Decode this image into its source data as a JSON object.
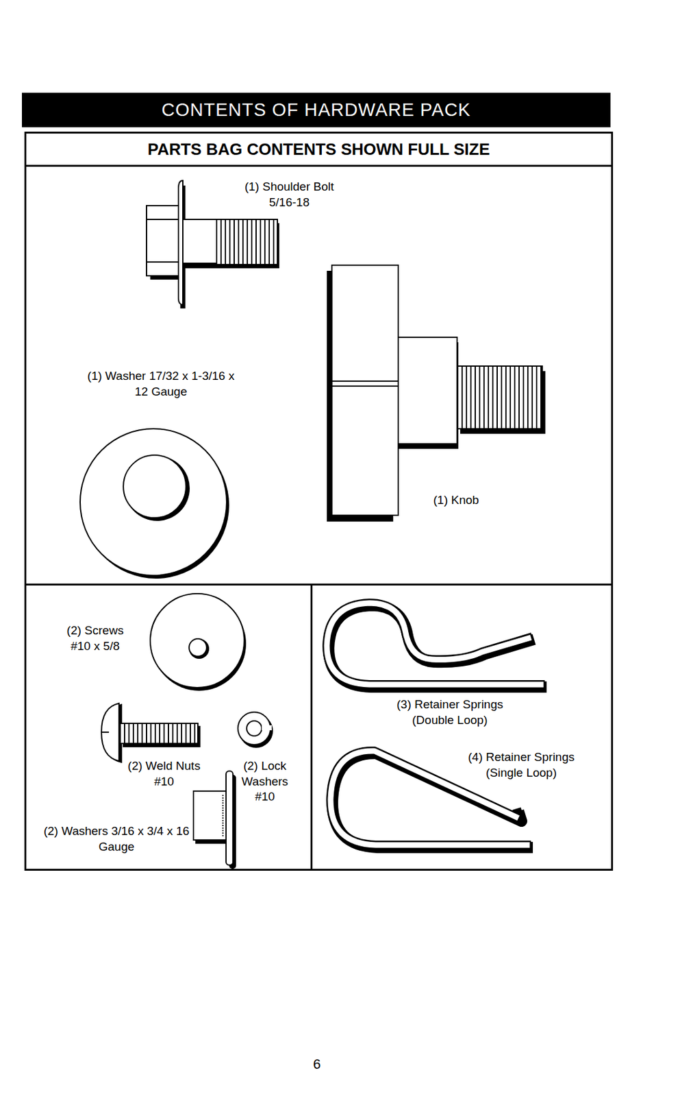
{
  "diagram": {
    "title": "CONTENTS OF HARDWARE PACK",
    "nodes": [
      {
        "text": [
          "PARTS BAG CONTENTS SHOWN FULL SIZE"
        ]
      },
      {
        "text": [
          "(1) Shoulder Bolt 5/16-18",
          "(1) Washer 17/32 x 1-3/16 x 12 Gauge",
          "(1) Knob"
        ]
      },
      {
        "text": [
          "(2) Screws #10 x 5/8",
          "(2) Weld Nuts #10",
          "(2) Lock Washers #10",
          "(2) Washers 3/16 x 3/4 x 16 Gauge"
        ]
      },
      {
        "text": [
          "(3) Retainer Springs (Double Loop)",
          "(4) Retainer Springs (Single Loop)"
        ]
      }
    ],
    "labels": [
      "6"
    ]
  }
}
